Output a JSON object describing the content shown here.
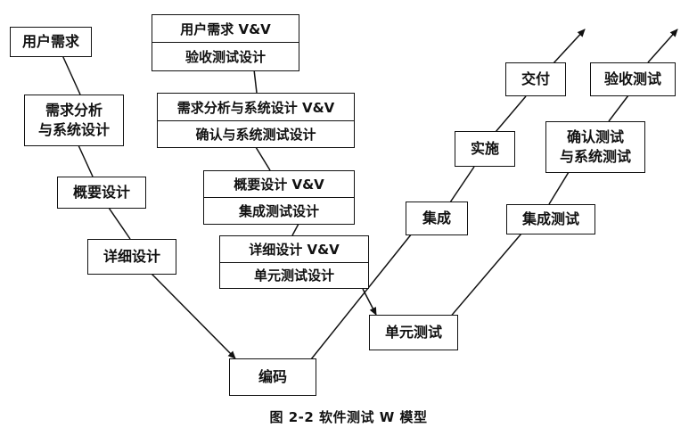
{
  "left_branch": [
    {
      "id": "user_req",
      "label": "用户需求"
    },
    {
      "id": "req_analysis",
      "lines": [
        "需求分析",
        "与系统设计"
      ]
    },
    {
      "id": "outline_design",
      "label": "概要设计"
    },
    {
      "id": "detail_design",
      "label": "详细设计"
    }
  ],
  "bottom": {
    "label": "编码"
  },
  "middle_pairs": [
    {
      "top": "用户需求 V&V",
      "bottom": "验收测试设计"
    },
    {
      "top": "需求分析与系统设计 V&V",
      "bottom": "确认与系统测试设计"
    },
    {
      "top": "概要设计 V&V",
      "bottom": "集成测试设计"
    },
    {
      "top": "详细设计 V&V",
      "bottom": "单元测试设计"
    }
  ],
  "right_inner": [
    {
      "id": "integration",
      "label": "集成"
    },
    {
      "id": "implement",
      "label": "实施"
    },
    {
      "id": "deliver",
      "label": "交付"
    }
  ],
  "right_outer": [
    {
      "id": "unit_test",
      "label": "单元测试"
    },
    {
      "id": "integration_test",
      "label": "集成测试"
    },
    {
      "id": "confirm_test",
      "lines": [
        "确认测试",
        "与系统测试"
      ]
    },
    {
      "id": "acceptance_test",
      "label": "验收测试"
    }
  ],
  "caption": "图 2-2    软件测试 W 模型"
}
